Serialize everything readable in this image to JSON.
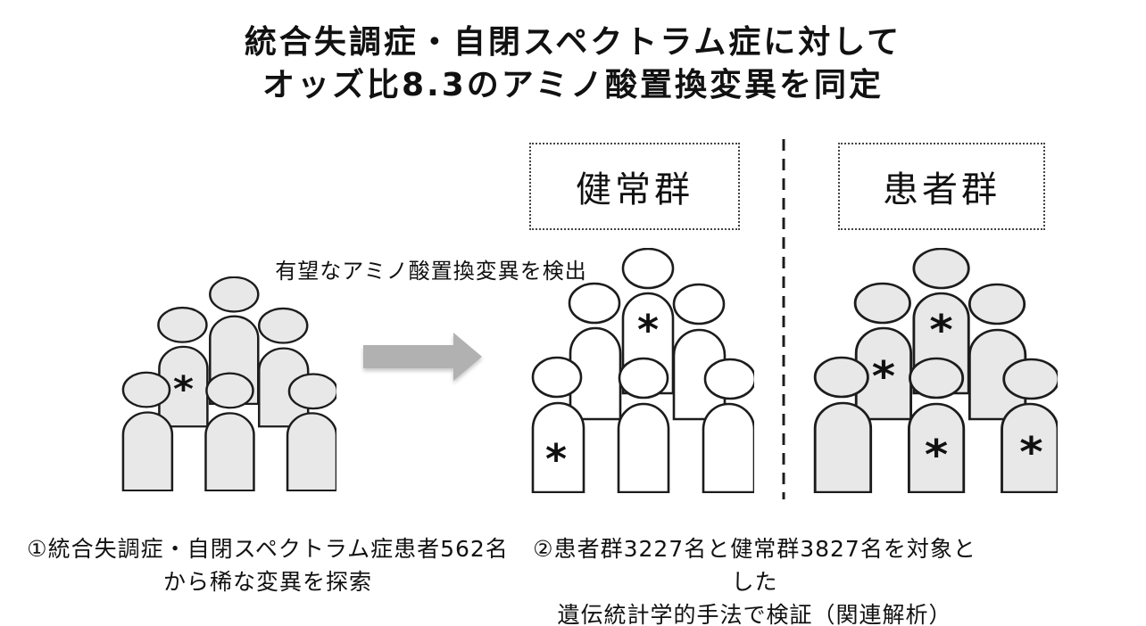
{
  "title": {
    "line1": "統合失調症・自閉スペクトラム症に対して",
    "line2": "オッズ比8.3のアミノ酸置換変異を同定"
  },
  "arrow_label": "有望なアミノ酸置換変異を検出",
  "group_boxes": {
    "healthy": "健常群",
    "patient": "患者群"
  },
  "captions": {
    "step1": {
      "line1": "①統合失調症・自閉スペクトラム症患者562名",
      "line2": "から稀な変異を探索"
    },
    "step2": {
      "line1": "②患者群3227名と健常群3827名を対象とした",
      "line2": "遺伝統計学的手法で検証（関連解析）"
    }
  },
  "asterisk_char": "*",
  "colors": {
    "figure_gray": "#e8e8e8",
    "figure_white": "#ffffff",
    "outline": "#1c1c1c",
    "arrow": "#b1b1b1",
    "text": "#111111"
  },
  "crowds": [
    {
      "id": "discovery-cohort",
      "fill_key": "figure_gray",
      "asterisks": [
        "mid-left"
      ]
    },
    {
      "id": "healthy-group",
      "fill_key": "figure_white",
      "asterisks": [
        "top-center",
        "front-left"
      ]
    },
    {
      "id": "patient-group",
      "fill_key": "figure_gray",
      "asterisks": [
        "top-center",
        "mid-left",
        "front-center",
        "front-right"
      ]
    }
  ]
}
